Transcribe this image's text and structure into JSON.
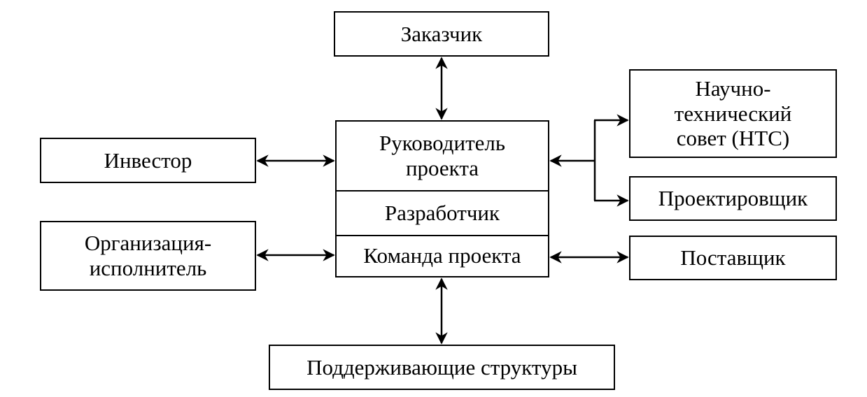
{
  "nodes": {
    "customer": "Заказчик",
    "investor": "Инвестор",
    "contractor": "Организация-\nисполнитель",
    "project_manager": "Руководитель\nпроекта",
    "developer": "Разработчик",
    "project_team": "Команда проекта",
    "scientific_council": "Научно-\nтехнический\nсовет (НТС)",
    "designer": "Проектировщик",
    "supplier": "Поставщик",
    "support_structures": "Поддерживающие структуры"
  },
  "colors": {
    "line": "#000000",
    "background": "#ffffff"
  }
}
